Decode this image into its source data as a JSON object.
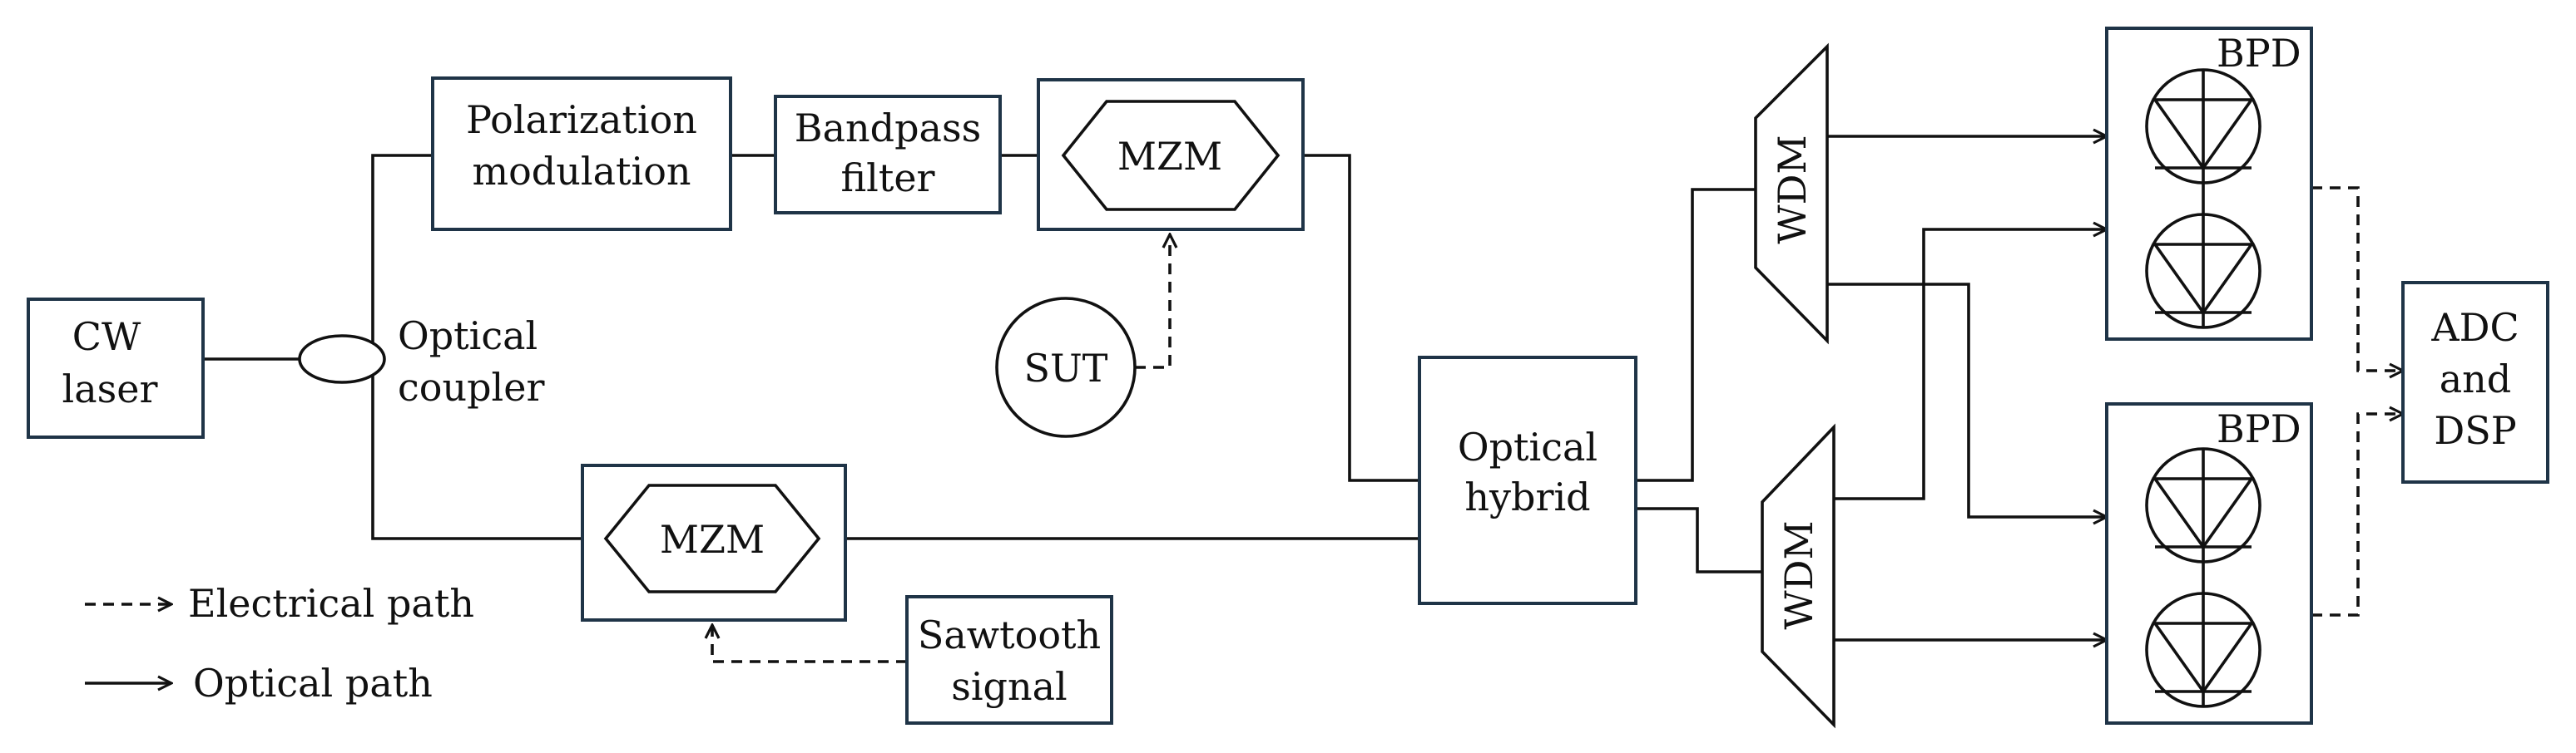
{
  "colors": {
    "box_stroke": "#1f3447",
    "line": "#111111",
    "background": "#ffffff"
  },
  "blocks": {
    "cw_laser": [
      "CW",
      "laser"
    ],
    "optical_coupler": [
      "Optical",
      "coupler"
    ],
    "polarization": [
      "Polarization",
      "modulation"
    ],
    "bandpass": [
      "Bandpass",
      "filter"
    ],
    "mzm_top": "MZM",
    "sut": "SUT",
    "mzm_bottom": "MZM",
    "sawtooth": [
      "Sawtooth",
      "signal"
    ],
    "hybrid": [
      "Optical",
      "hybrid"
    ],
    "wdm_top": "WDM",
    "wdm_bottom": "WDM",
    "bpd_top": "BPD",
    "bpd_bottom": "BPD",
    "adc": [
      "ADC",
      "and",
      "DSP"
    ]
  },
  "legend": {
    "electrical": "Electrical path",
    "optical": "Optical path"
  }
}
